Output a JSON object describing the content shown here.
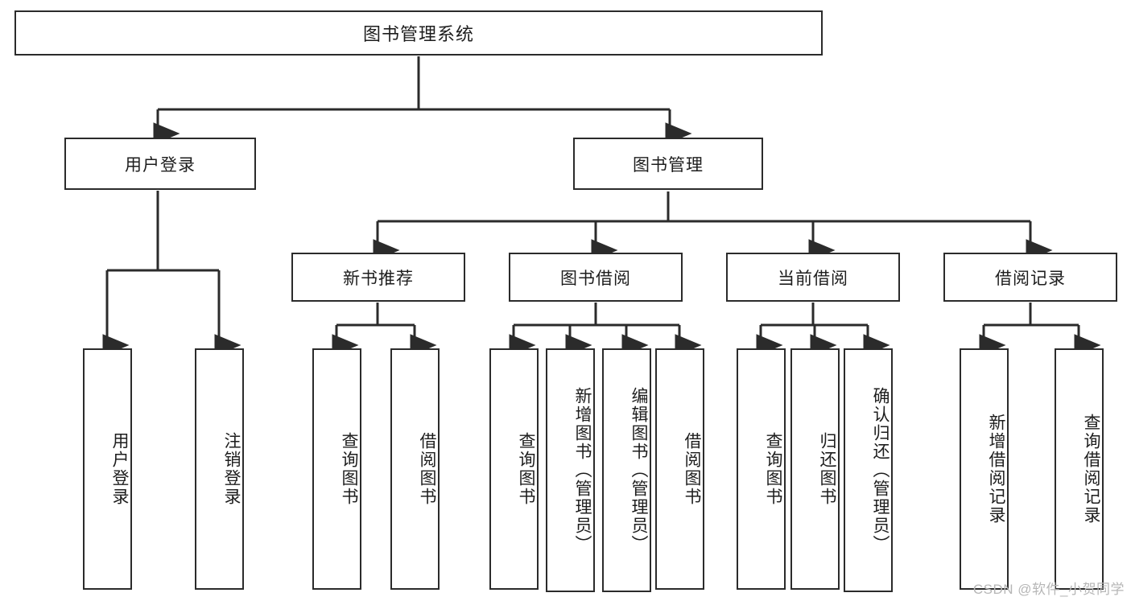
{
  "diagram": {
    "type": "tree-hierarchy-chart",
    "title": "图书管理系统",
    "orientation": "top-down",
    "box_fill": "#ffffff",
    "box_stroke": "#2b2b2b",
    "connector_color": "#2b2b2b",
    "text_color": "#1d1d1d"
  },
  "nodes": {
    "root": {
      "label": "图书管理系统",
      "level": 1
    },
    "level2": [
      {
        "id": "user-login",
        "label": "用户登录"
      },
      {
        "id": "book-manage",
        "label": "图书管理"
      }
    ],
    "level3": [
      {
        "id": "new-book-recommend",
        "label": "新书推荐"
      },
      {
        "id": "book-borrow",
        "label": "图书借阅"
      },
      {
        "id": "current-borrow",
        "label": "当前借阅"
      },
      {
        "id": "borrow-record",
        "label": "借阅记录"
      }
    ],
    "leaves": {
      "user-login": [
        {
          "id": "leaf-user-login",
          "label": "用户登录"
        },
        {
          "id": "leaf-logout-login",
          "label": "注销登录"
        }
      ],
      "new-book-recommend": [
        {
          "id": "leaf-query-book-1",
          "label": "查询图书"
        },
        {
          "id": "leaf-borrow-book-1",
          "label": "借阅图书"
        }
      ],
      "book-borrow": [
        {
          "id": "leaf-query-book-2",
          "label": "查询图书"
        },
        {
          "id": "leaf-add-book",
          "label": "新增图书（管理员）"
        },
        {
          "id": "leaf-edit-book",
          "label": "编辑图书（管理员）"
        },
        {
          "id": "leaf-borrow-book-2",
          "label": "借阅图书"
        }
      ],
      "current-borrow": [
        {
          "id": "leaf-query-book-3",
          "label": "查询图书"
        },
        {
          "id": "leaf-return-book",
          "label": "归还图书"
        },
        {
          "id": "leaf-confirm-return",
          "label": "确认归还（管理员）"
        }
      ],
      "borrow-record": [
        {
          "id": "leaf-add-record",
          "label": "新增借阅记录"
        },
        {
          "id": "leaf-query-record",
          "label": "查询借阅记录"
        }
      ]
    }
  },
  "watermark": {
    "text": "CSDN @软件_小贺同学"
  }
}
